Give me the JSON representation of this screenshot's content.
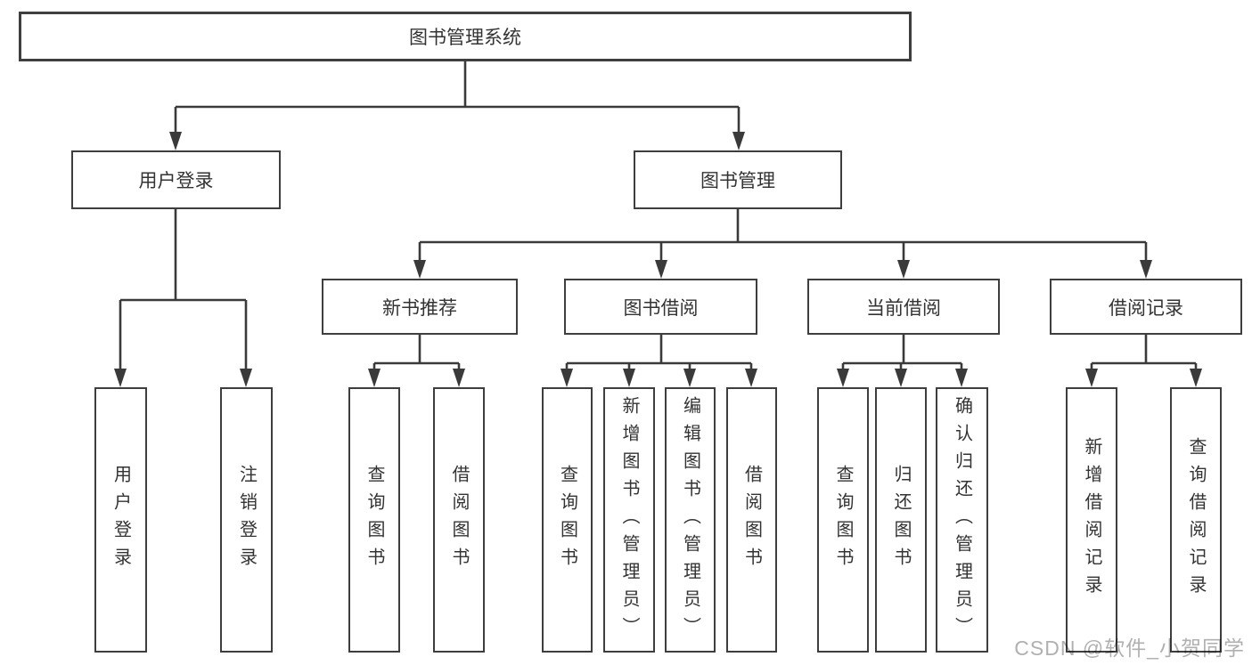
{
  "watermark": "CSDN @软件_小贺同学",
  "colors": {
    "line": "#3a3a3a",
    "box_border": "#3e3e3e",
    "text": "#333333",
    "watermark": "#b0b0b0",
    "background": "#ffffff"
  },
  "tree": {
    "label": "图书管理系统",
    "children": [
      {
        "label": "用户登录",
        "children": [
          {
            "label": "用户登录"
          },
          {
            "label": "注销登录"
          }
        ]
      },
      {
        "label": "图书管理",
        "children": [
          {
            "label": "新书推荐",
            "children": [
              {
                "label": "查询图书"
              },
              {
                "label": "借阅图书"
              }
            ]
          },
          {
            "label": "图书借阅",
            "children": [
              {
                "label": "查询图书"
              },
              {
                "label": "新增图书（管理员）"
              },
              {
                "label": "编辑图书（管理员）"
              },
              {
                "label": "借阅图书"
              }
            ]
          },
          {
            "label": "当前借阅",
            "children": [
              {
                "label": "查询图书"
              },
              {
                "label": "归还图书"
              },
              {
                "label": "确认归还（管理员）"
              }
            ]
          },
          {
            "label": "借阅记录",
            "children": [
              {
                "label": "新增借阅记录"
              },
              {
                "label": "查询借阅记录"
              }
            ]
          }
        ]
      }
    ]
  }
}
